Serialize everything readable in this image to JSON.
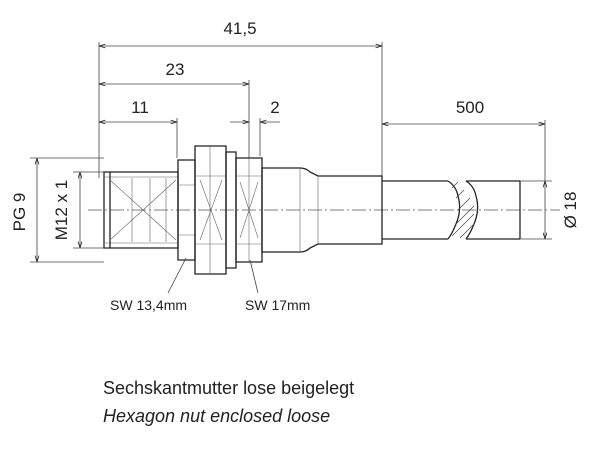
{
  "dimensions": {
    "overall_length": "41,5",
    "length_23": "23",
    "length_11": "11",
    "length_2": "2",
    "cable_length": "500",
    "diameter": "Ø 18",
    "pg_thread": "PG 9",
    "m_thread": "M12 x 1"
  },
  "labels": {
    "sw_small": "SW 13,4mm",
    "sw_large": "SW 17mm"
  },
  "notes": {
    "german": "Sechskantmutter lose beigelegt",
    "english": "Hexagon nut enclosed loose"
  }
}
